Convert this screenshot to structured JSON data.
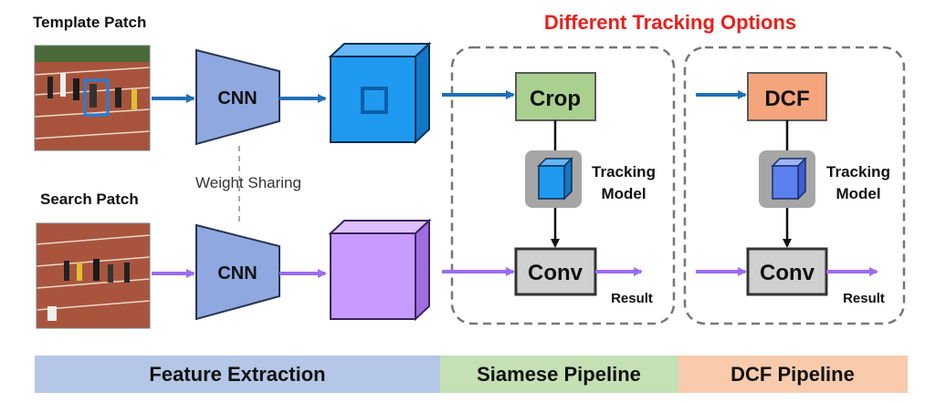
{
  "title": "Different Tracking Options",
  "template_label": "Template Patch",
  "search_label": "Search Patch",
  "cnn_top_label": "CNN",
  "cnn_bottom_label": "CNN",
  "weight_sharing_label": "Weight Sharing",
  "siamese": {
    "crop_label": "Crop",
    "tracking_model_label_1": "Tracking",
    "tracking_model_label_2": "Model",
    "conv_label": "Conv",
    "result_label": "Result"
  },
  "dcf": {
    "dcf_label": "DCF",
    "tracking_model_label_1": "Tracking",
    "tracking_model_label_2": "Model",
    "conv_label": "Conv",
    "result_label": "Result"
  },
  "bottom_bar": {
    "feature_extraction": "Feature Extraction",
    "siamese_pipeline": "Siamese Pipeline",
    "dcf_pipeline": "DCF Pipeline"
  },
  "colors": {
    "title_red": "#e8201c",
    "blue_arrow": "#1f6fb5",
    "purple_arrow": "#9a6cf3",
    "cnn_fill": "#8fa8e0",
    "blue_cube": "#1e9af0",
    "purple_cube": "#c79bff",
    "crop_fill": "#a9d08e",
    "dcf_fill": "#f4a57c",
    "conv_fill": "#d0d0d0",
    "feature_bar": "#b4c7e7",
    "siamese_bar": "#c5e0b4",
    "dcf_bar": "#f8cbad"
  }
}
